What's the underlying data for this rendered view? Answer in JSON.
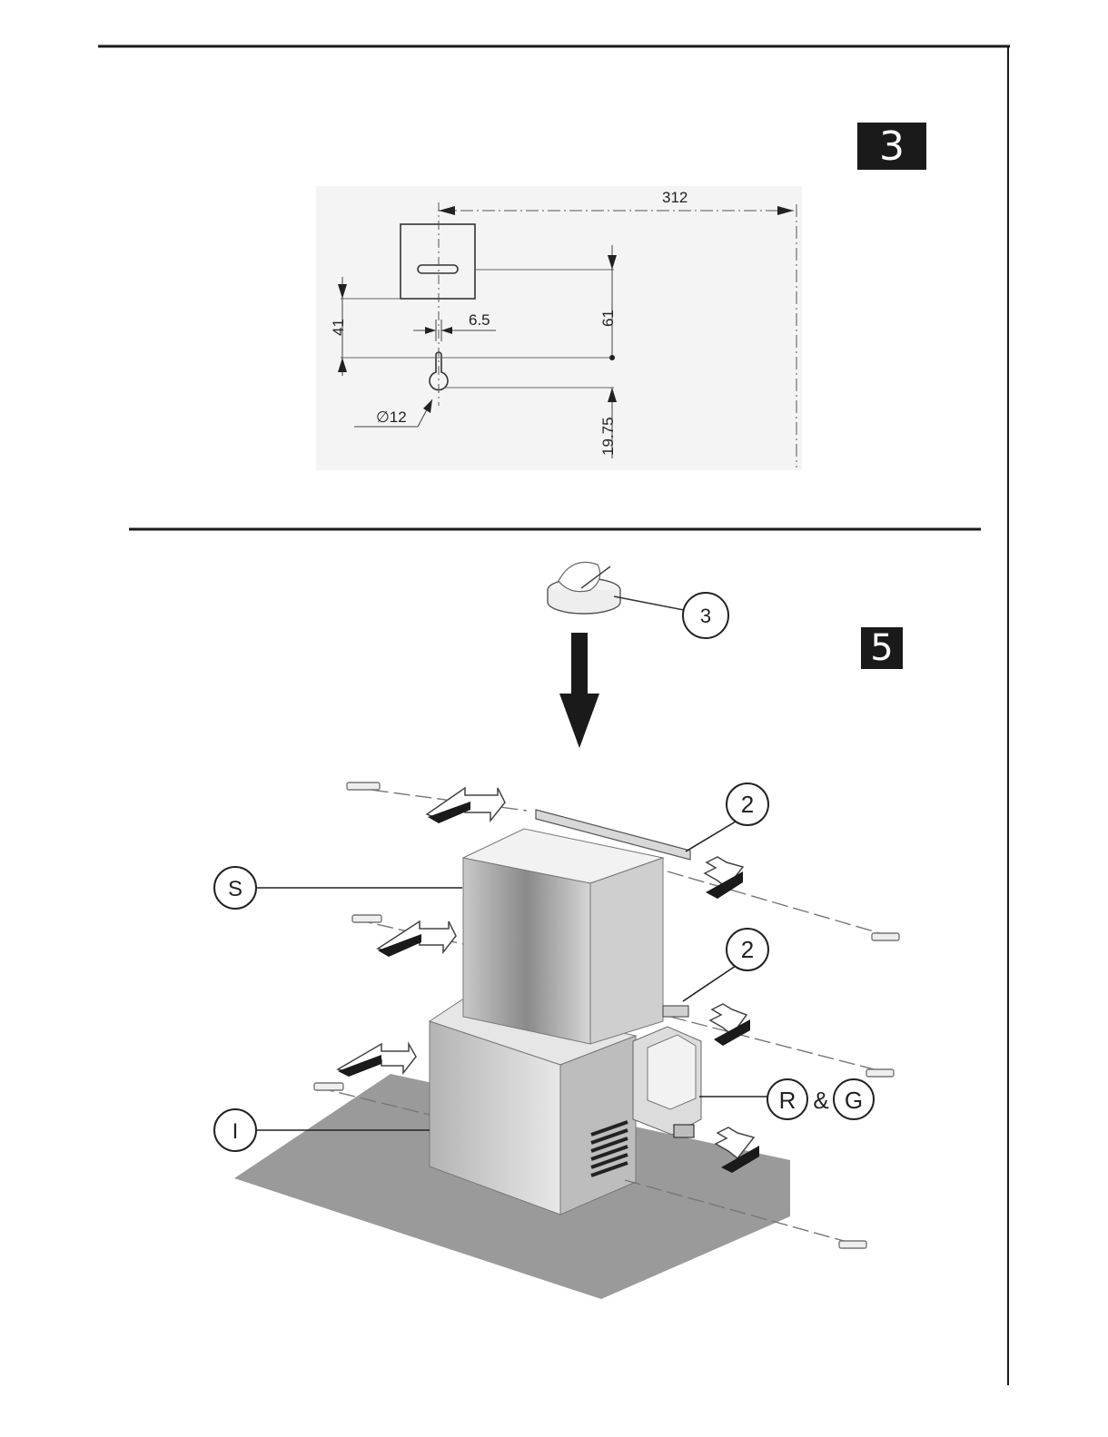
{
  "step3": {
    "badge": "3",
    "dim_width": "312",
    "dim_left": "41",
    "dim_slot": "6.5",
    "dim_height": "61",
    "dim_hole": "∅12",
    "dim_bottom": "19.75"
  },
  "step5": {
    "badge": "5",
    "callout_3": "3",
    "callout_2_top": "2",
    "callout_2_mid": "2",
    "callout_s": "S",
    "callout_i": "I",
    "callout_r": "R",
    "callout_amp": "&",
    "callout_g": "G"
  },
  "colors": {
    "ink": "#1a1a1a",
    "grey_panel": "#9a9a9a",
    "paper": "#ffffff"
  },
  "icons": [
    "arrow-down-icon",
    "screw-icon",
    "direction-arrow-icon"
  ]
}
